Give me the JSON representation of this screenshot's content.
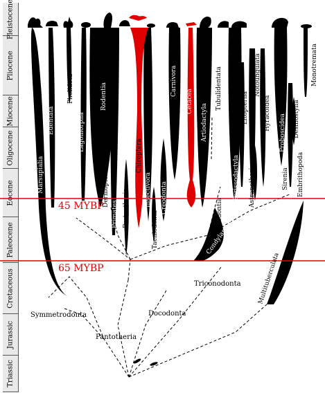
{
  "periods": [
    {
      "name": "Pleistocene"
    },
    {
      "name": "Pliocene"
    },
    {
      "name": "Miocene"
    },
    {
      "name": "Oligocene"
    },
    {
      "name": "Eocene"
    },
    {
      "name": "Paleocene"
    },
    {
      "name": "Cretaceous"
    },
    {
      "name": "Jurassic"
    },
    {
      "name": "Triassic"
    }
  ],
  "markers": [
    {
      "label": "45 MYBP",
      "color": "#e00000"
    },
    {
      "label": "65 MYBP",
      "color": "#e00000"
    }
  ],
  "clades": {
    "marsupialia": "Marsupialia",
    "edentata": "Edentata",
    "pholidota": "Pholidota",
    "lagomorpha": "Lagomorpha",
    "rodentia": "Rodentia",
    "dermoptera": "Dermoptera",
    "primates": "Primates",
    "proteutheria": "Proteutheria",
    "chiroptera": "Chiroptera",
    "insectivora": "Insectivora",
    "taeniodonta": "Taeniodonta",
    "creodonta": "Creodonta",
    "carnivora": "Carnivora",
    "cetacea": "Cetacea",
    "artiodactyla": "Artiodactyla",
    "tubulidentata": "Tubulidentata",
    "tillodontia": "Tillodontia",
    "condylarthra": "Condylarthra",
    "perissodactyla": "Perissodactyla",
    "litopterna": "Litopterna",
    "notoungulata": "Notoungulata",
    "astrapotheria": "Astrapotheria",
    "hyracoidea": "Hyracoidea",
    "proboscidea": "Proboscidea",
    "sirenia": "Sirenia",
    "desmostylia": "Desmostylia",
    "embrithopoda": "Embrithopoda",
    "monotremata": "Monotremata",
    "multituberculata": "Multituberculata",
    "triconodonta": "Triconodonta",
    "docodonta": "Docodonta",
    "symmetrodonta": "Symmetrodonta",
    "pantotheria": "Pantotheria"
  },
  "colors": {
    "highlight": "#e00000",
    "lineage": "#000000",
    "band": "#e9e9e9"
  }
}
